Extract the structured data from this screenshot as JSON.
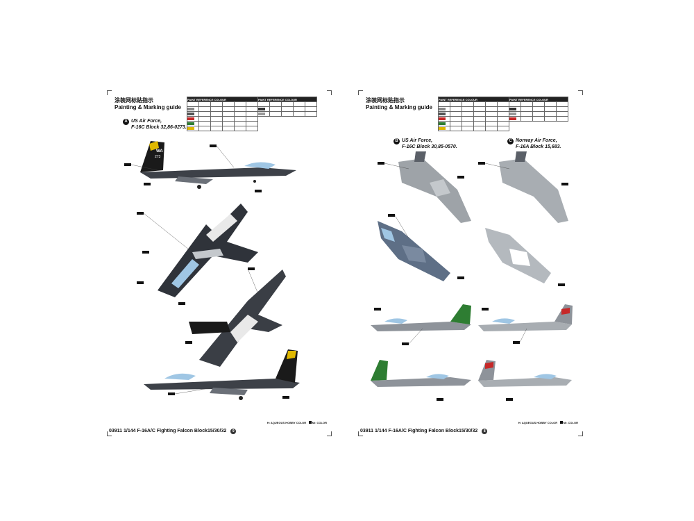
{
  "pages": [
    {
      "title_cn": "涂装网标贴指示",
      "title_en": "Painting & Marking guide",
      "paint_table_header": "PAINT REFERENCE COLOUR",
      "variant": {
        "letter": "A",
        "line1": "US Air Force,",
        "line2": "F-16C Block 32,86-0273."
      },
      "tail_code": "WA",
      "tail_number": "273",
      "legend_left": "H: AQUEOUS HOBBY COLOR",
      "legend_right": "Mr. COLOR",
      "footer_text": "03911 1/144 F-16A/C Fighting Falcon Block15/30/32",
      "page_no": "9"
    },
    {
      "title_cn": "涂装网标贴指示",
      "title_en": "Painting & Marking guide",
      "paint_table_header": "PAINT REFERENCE COLOUR",
      "variant_b": {
        "letter": "B",
        "line1": "US Air Force,",
        "line2": "F-16C Block 30,85-0570."
      },
      "variant_c": {
        "letter": "C",
        "line1": "Norway Air Force,",
        "line2": "F-16A Block 15,683."
      },
      "legend_left": "H: AQUEOUS HOBBY COLOR",
      "legend_right": "Mr. COLOR",
      "footer_text": "03911 1/144 F-16A/C Fighting Falcon Block15/30/32",
      "page_no": "8"
    }
  ],
  "colors": {
    "dark_ghost": "#5b6068",
    "light_ghost": "#9ea3a8",
    "black": "#1a1a1a",
    "canopy": "#9fc6e4",
    "red": "#c62828",
    "green": "#2e7d32",
    "yellow": "#e0b800"
  }
}
